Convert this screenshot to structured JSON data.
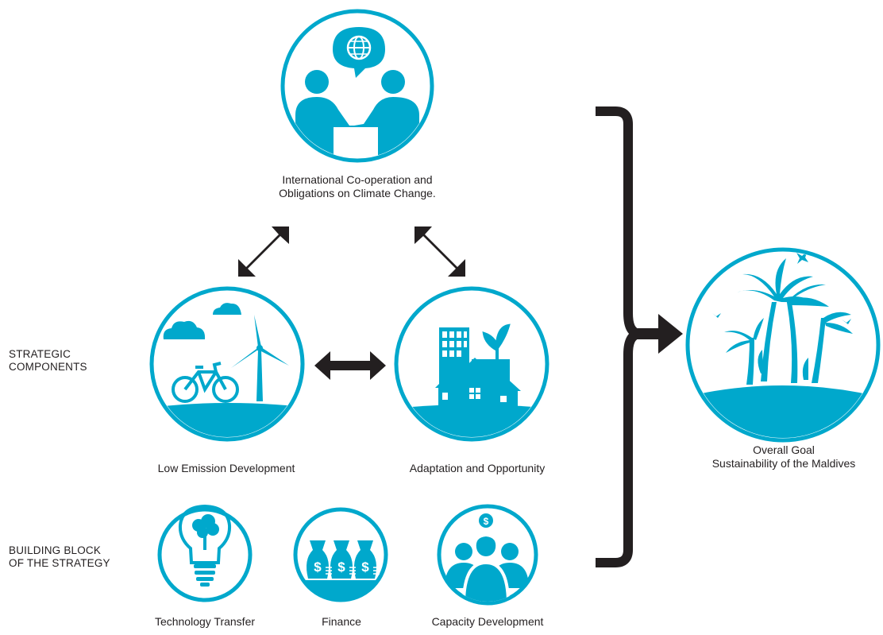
{
  "colors": {
    "accent": "#00a8cc",
    "arrow": "#231f20",
    "text": "#231f20",
    "background": "#ffffff"
  },
  "section_labels": {
    "strategic": [
      "STRATEGIC",
      "COMPONENTS"
    ],
    "building": [
      "BUILDING BLOCK",
      "OF THE STRATEGY"
    ]
  },
  "nodes": {
    "international": {
      "label": [
        "International Co-operation and",
        "Obligations on Climate Change."
      ],
      "icon": "handshake-globe-icon"
    },
    "low_emission": {
      "label": "Low Emission Development",
      "icon": "bicycle-wind-turbine-icon"
    },
    "adaptation": {
      "label": "Adaptation and Opportunity",
      "icon": "buildings-houses-plant-icon"
    },
    "technology": {
      "label": "Technology Transfer",
      "icon": "lightbulb-tree-icon"
    },
    "finance": {
      "label": "Finance",
      "icon": "money-bags-icon"
    },
    "capacity": {
      "label": "Capacity Development",
      "icon": "people-coin-icon"
    },
    "goal": {
      "label": [
        "Overall Goal",
        "Sustainability of the Maldives"
      ],
      "icon": "palm-island-icon"
    }
  }
}
